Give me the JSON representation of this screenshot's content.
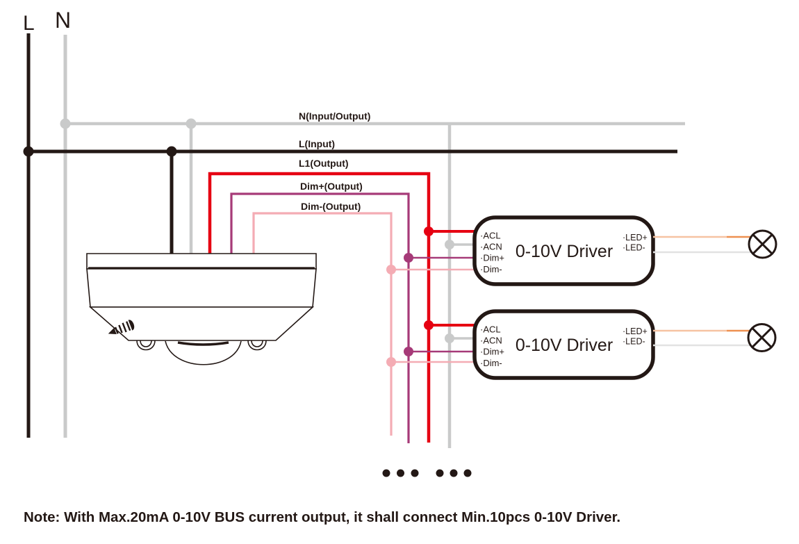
{
  "diagram": {
    "supply": {
      "l": "L",
      "n": "N"
    },
    "wires": [
      {
        "label": "N(Input/Output)",
        "color": "#c9caca"
      },
      {
        "label": "L(Input)",
        "color": "#231815"
      },
      {
        "label": "L1(Output)",
        "color": "#e60012"
      },
      {
        "label": "Dim+(Output)",
        "color": "#a63a78"
      },
      {
        "label": "Dim-(Output)",
        "color": "#f4acb4"
      }
    ],
    "colors": {
      "ink": "#231815",
      "gray": "#c9caca",
      "red": "#e60012",
      "purple": "#a63a78",
      "pink": "#f4acb4",
      "led_plus_light": "#f6c3a2",
      "led_plus_dark": "#ee9050",
      "led_minus": "#e2e2e2"
    },
    "drivers": [
      {
        "title": "0-10V Driver",
        "terminals_left": [
          "·ACL",
          "·ACN",
          "·Dim+",
          "·Dim-"
        ],
        "terminals_right": [
          "·LED+",
          "·LED-"
        ]
      },
      {
        "title": "0-10V Driver",
        "terminals_left": [
          "·ACL",
          "·ACN",
          "·Dim+",
          "·Dim-"
        ],
        "terminals_right": [
          "·LED+",
          "·LED-"
        ]
      }
    ],
    "continuation_dots": 6,
    "note": "Note: With Max.20mA 0-10V BUS current output, it shall connect Min.10pcs 0-10V Driver."
  }
}
